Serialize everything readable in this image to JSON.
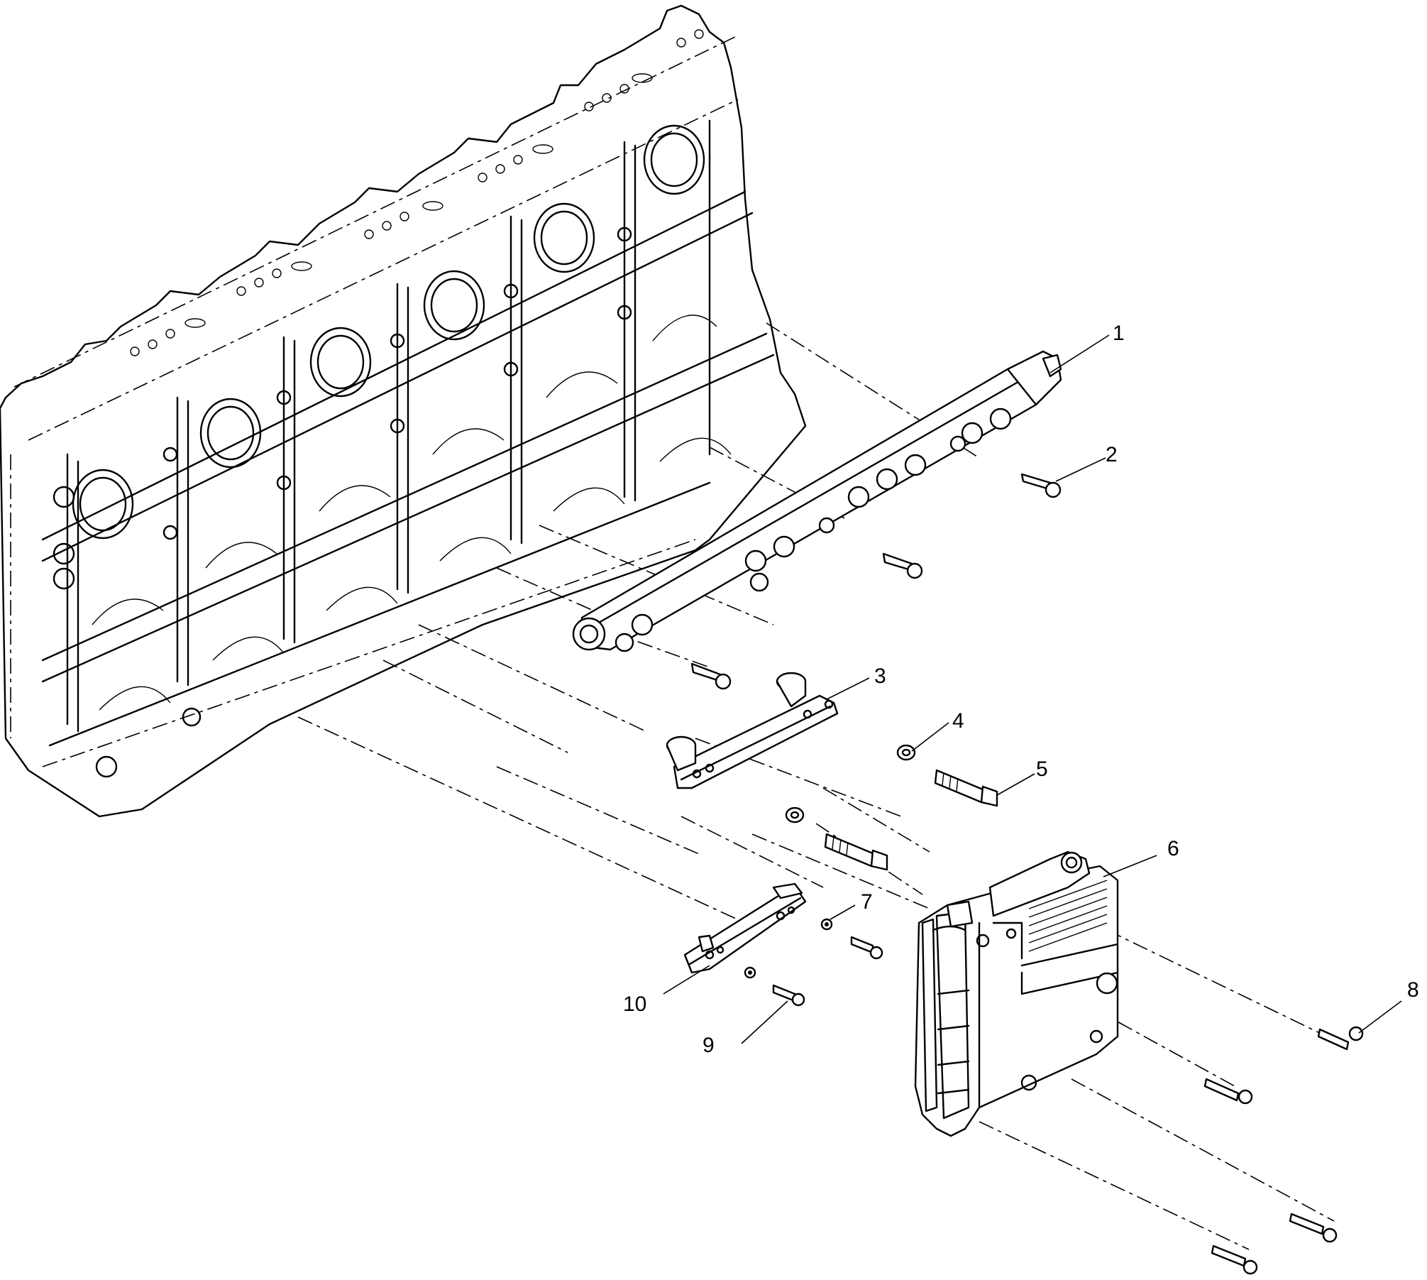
{
  "diagram": {
    "type": "exploded parts diagram",
    "colors": {
      "ink": "#000000",
      "background": "#ffffff"
    },
    "callouts": [
      {
        "id": "1",
        "label": "1"
      },
      {
        "id": "2",
        "label": "2"
      },
      {
        "id": "3",
        "label": "3"
      },
      {
        "id": "4",
        "label": "4"
      },
      {
        "id": "5",
        "label": "5"
      },
      {
        "id": "6",
        "label": "6"
      },
      {
        "id": "7",
        "label": "7"
      },
      {
        "id": "8",
        "label": "8"
      },
      {
        "id": "9",
        "label": "9"
      },
      {
        "id": "10",
        "label": "10"
      }
    ]
  }
}
